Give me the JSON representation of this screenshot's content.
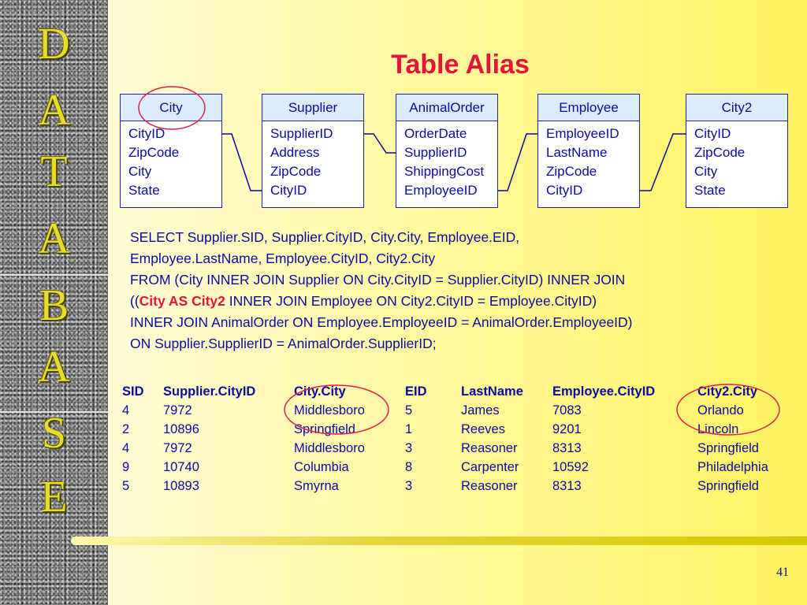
{
  "sidebar": {
    "letters": [
      "D",
      "A",
      "T",
      "A",
      "B",
      "A",
      "S",
      "E"
    ]
  },
  "slide": {
    "title": "Table Alias",
    "page_number": "41"
  },
  "tables": [
    {
      "name": "City",
      "fields": [
        "CityID",
        "ZipCode",
        "City",
        "State"
      ]
    },
    {
      "name": "Supplier",
      "fields": [
        "SupplierID",
        "Address",
        "ZipCode",
        "CityID"
      ]
    },
    {
      "name": "AnimalOrder",
      "fields": [
        "OrderDate",
        "SupplierID",
        "ShippingCost",
        "EmployeeID"
      ]
    },
    {
      "name": "Employee",
      "fields": [
        "EmployeeID",
        "LastName",
        "ZipCode",
        "CityID"
      ]
    },
    {
      "name": "City2",
      "fields": [
        "CityID",
        "ZipCode",
        "City",
        "State"
      ]
    }
  ],
  "sql": {
    "line1": "SELECT Supplier.SID, Supplier.CityID, City.City, Employee.EID,",
    "line2": "Employee.LastName, Employee.CityID, City2.City",
    "line3": "FROM (City INNER JOIN Supplier ON City.CityID = Supplier.CityID) INNER JOIN",
    "line4_prefix": "((",
    "line4_highlight": "City AS City2",
    "line4_suffix": " INNER JOIN Employee ON City2.CityID = Employee.CityID)",
    "line5": "INNER JOIN AnimalOrder ON Employee.EmployeeID = AnimalOrder.EmployeeID)",
    "line6": "ON Supplier.SupplierID = AnimalOrder.SupplierID;"
  },
  "results": {
    "headers": [
      "SID",
      "Supplier.CityID",
      "City.City",
      "EID",
      "LastName",
      "Employee.CityID",
      "City2.City"
    ],
    "rows": [
      [
        "4",
        "7972",
        "Middlesboro",
        "5",
        "James",
        "7083",
        "Orlando"
      ],
      [
        "2",
        "10896",
        "Springfield",
        "1",
        "Reeves",
        "9201",
        "Lincoln"
      ],
      [
        "4",
        "7972",
        "Middlesboro",
        "3",
        "Reasoner",
        "8313",
        "Springfield"
      ],
      [
        "9",
        "10740",
        "Columbia",
        "8",
        "Carpenter",
        "10592",
        "Philadelphia"
      ],
      [
        "5",
        "10893",
        "Smyrna",
        "3",
        "Reasoner",
        "8313",
        "Springfield"
      ]
    ]
  },
  "colors": {
    "title": "#e8133c",
    "text": "#0a0aa0",
    "annotation_oval": "#e0204c",
    "table_header": "#dcecfc"
  }
}
